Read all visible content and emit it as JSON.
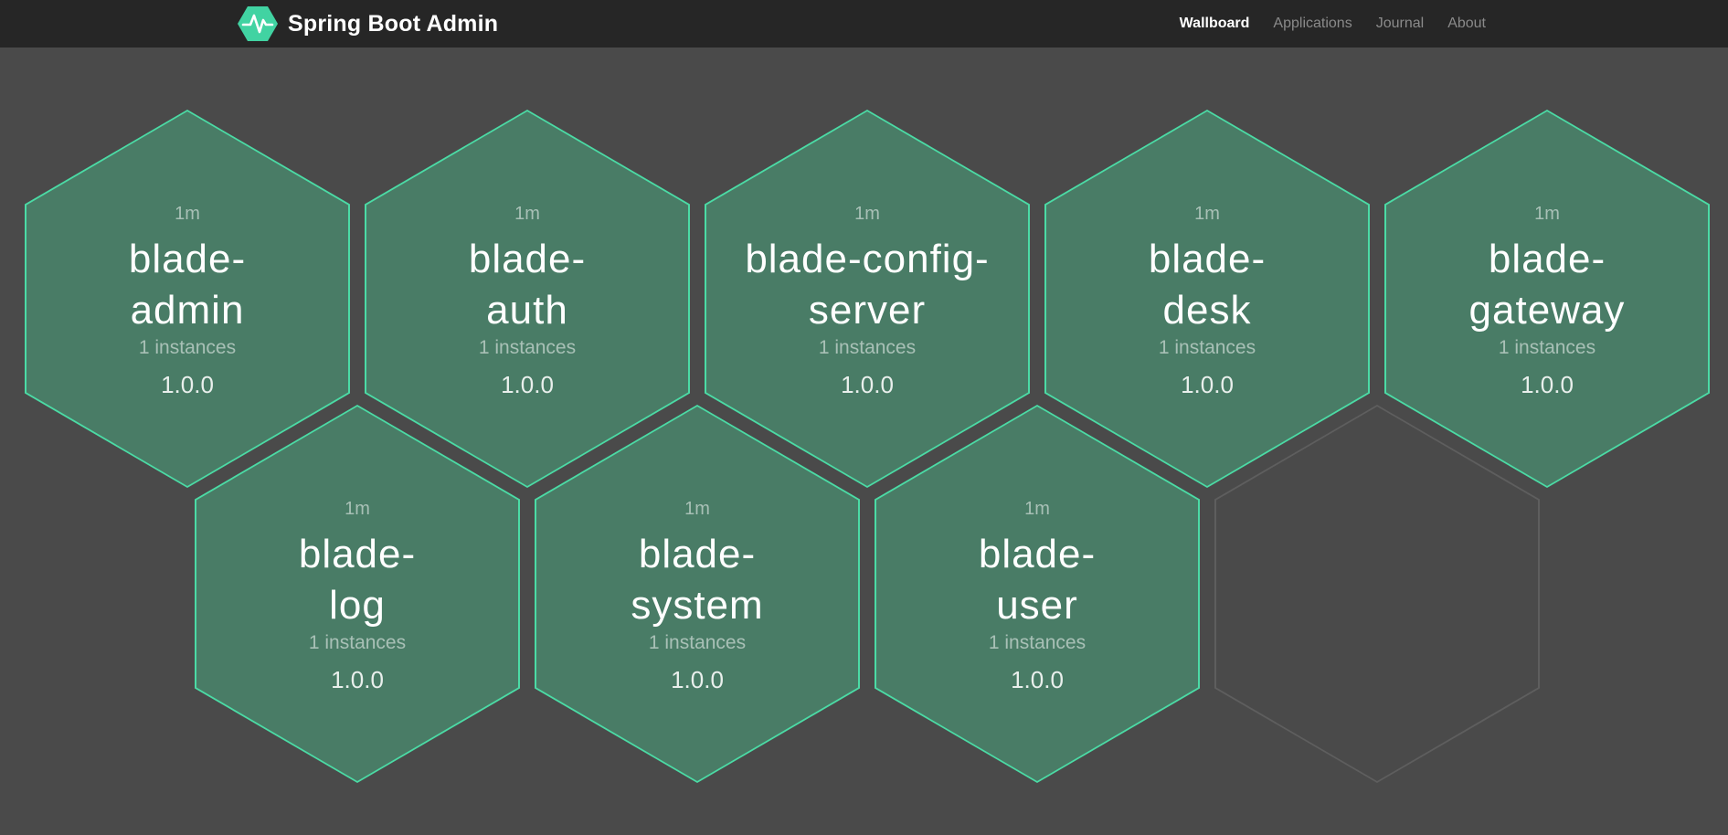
{
  "header": {
    "brand": "Spring Boot Admin",
    "nav": [
      {
        "label": "Wallboard",
        "active": true
      },
      {
        "label": "Applications",
        "active": false
      },
      {
        "label": "Journal",
        "active": false
      },
      {
        "label": "About",
        "active": false
      }
    ]
  },
  "colors": {
    "brand_green": "#41d3a2",
    "hex_fill": "#497c66",
    "hex_border": "#4bdba5",
    "empty_hex_border": "#5e5e5e",
    "page_bg": "#4a4a4a",
    "header_bg": "#262626"
  },
  "wallboard": {
    "applications": [
      {
        "name": "blade-admin",
        "uptime": "1m",
        "instances": "1 instances",
        "version": "1.0.0"
      },
      {
        "name": "blade-auth",
        "uptime": "1m",
        "instances": "1 instances",
        "version": "1.0.0"
      },
      {
        "name": "blade-config-server",
        "uptime": "1m",
        "instances": "1 instances",
        "version": "1.0.0"
      },
      {
        "name": "blade-desk",
        "uptime": "1m",
        "instances": "1 instances",
        "version": "1.0.0"
      },
      {
        "name": "blade-gateway",
        "uptime": "1m",
        "instances": "1 instances",
        "version": "1.0.0"
      },
      {
        "name": "blade-log",
        "uptime": "1m",
        "instances": "1 instances",
        "version": "1.0.0"
      },
      {
        "name": "blade-system",
        "uptime": "1m",
        "instances": "1 instances",
        "version": "1.0.0"
      },
      {
        "name": "blade-user",
        "uptime": "1m",
        "instances": "1 instances",
        "version": "1.0.0"
      }
    ],
    "empty_slots": 1
  }
}
